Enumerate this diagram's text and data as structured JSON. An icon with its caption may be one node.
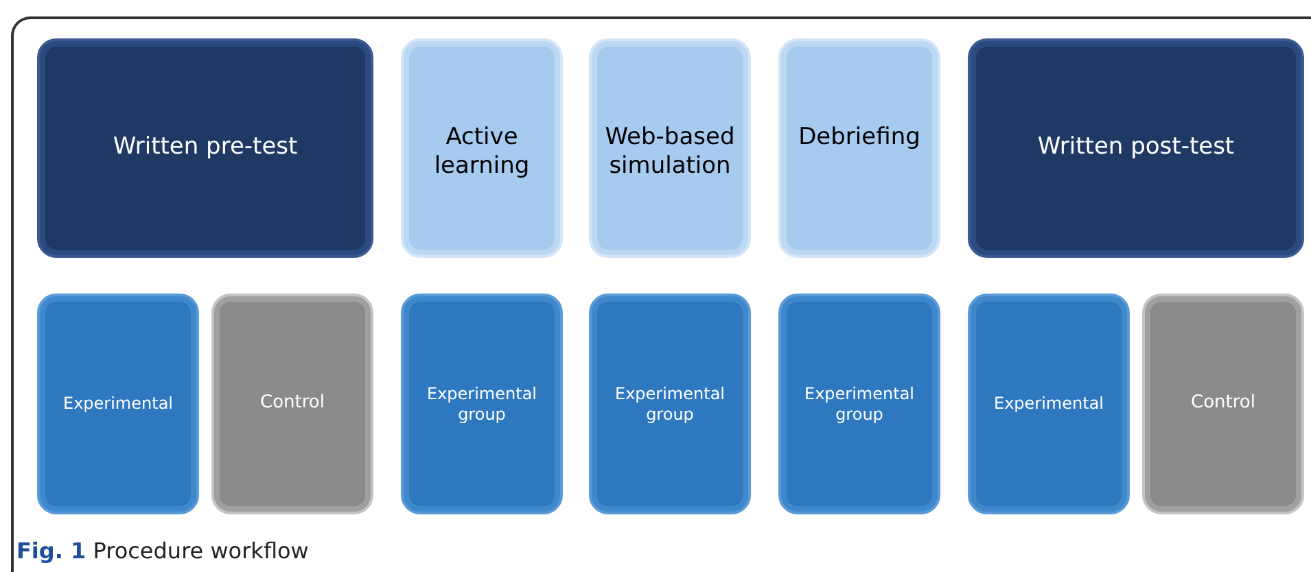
{
  "diagram": {
    "caption": "**Fig. 1** Procedure workflow",
    "nodes": [
      {
        "text": [
          "Written pre-test"
        ]
      },
      {
        "text": [
          "Active learning"
        ]
      },
      {
        "text": [
          "Web-based simulation"
        ]
      },
      {
        "text": [
          "Debriefing"
        ]
      },
      {
        "text": [
          "Written post-test"
        ]
      },
      {
        "text": [
          "Experimental"
        ]
      },
      {
        "text": [
          "Control"
        ]
      },
      {
        "text": [
          "Experimental group"
        ]
      },
      {
        "text": [
          "Experimental group"
        ]
      },
      {
        "text": [
          "Experimental group"
        ]
      },
      {
        "text": [
          "Experimental"
        ]
      },
      {
        "text": [
          "Control"
        ]
      }
    ]
  }
}
